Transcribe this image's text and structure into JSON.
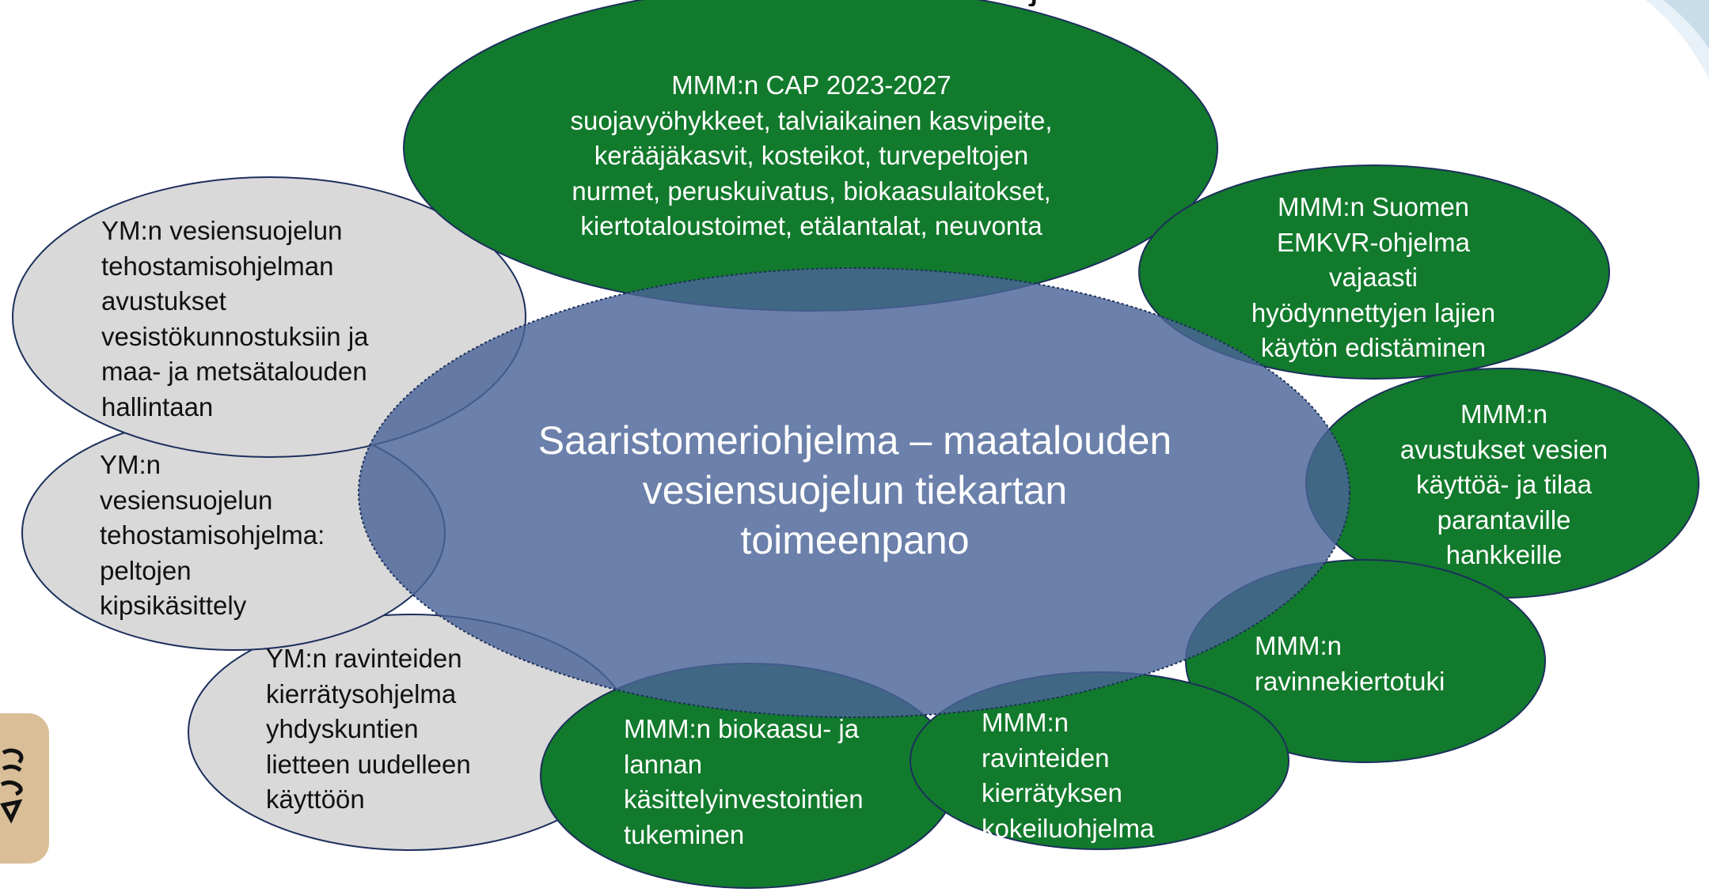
{
  "slide": {
    "title_fragment": "Ministeriöiden rahoitusinstrumentit maatalouden vesiensuojelussa",
    "colors": {
      "center_fill": "#4a6497",
      "green_fill": "#127a2c",
      "grey_fill": "#d9d9d9",
      "outline": "#1c2f5c",
      "logo_bg": "#d9be97"
    }
  },
  "diagram": {
    "center": "Saaristomeriohjelma – maatalouden\nvesiensuojelun tiekartan\ntoimeenpano",
    "nodes": [
      {
        "id": "mmm-cap",
        "group": "MMM",
        "text": "MMM:n CAP 2023-2027\nsuojavyöhykkeet, talviaikainen kasvipeite,\nkerääjäkasvit, kosteikot, turvepeltojen\nnurmet, peruskuivatus, biokaasulaitokset,\nkiertotaloustoimet, etälantalat, neuvonta"
      },
      {
        "id": "mmm-emkvr",
        "group": "MMM",
        "text": "MMM:n Suomen\nEMKVR-ohjelma\nvajaasti\nhyödynnettyjen lajien\nkäytön edistäminen"
      },
      {
        "id": "mmm-vesien",
        "group": "MMM",
        "text": "MMM:n\navustukset vesien\nkäyttöä- ja tilaa\nparantaville\nhankkeille"
      },
      {
        "id": "mmm-ravinnekierto",
        "group": "MMM",
        "text": "MMM:n\nravinnekiertotuki"
      },
      {
        "id": "mmm-kokeilu",
        "group": "MMM",
        "text": "MMM:n\nravinteiden\nkierrätyksen\nkokeiluohjelma"
      },
      {
        "id": "mmm-biokaasu",
        "group": "MMM",
        "text": "MMM:n biokaasu- ja\nlannan\nkäsittelyinvestointien\ntukeminen"
      },
      {
        "id": "ym-ravinteet",
        "group": "YM",
        "text": "YM:n ravinteiden\nkierrätysohjelma\nyhdyskuntien\nlietteen uudelleen\nkäyttöön"
      },
      {
        "id": "ym-kipsi",
        "group": "YM",
        "text": "YM:n\nvesiensuojelun\ntehostamisohjelma:\npeltojen\nkipsikäsittely"
      },
      {
        "id": "ym-avustukset",
        "group": "YM",
        "text": "YM:n vesiensuojelun\ntehostamisohjelman\navustukset\nvesistökunnostuksiin ja\nmaa- ja metsätalouden\nhallintaan"
      }
    ]
  }
}
